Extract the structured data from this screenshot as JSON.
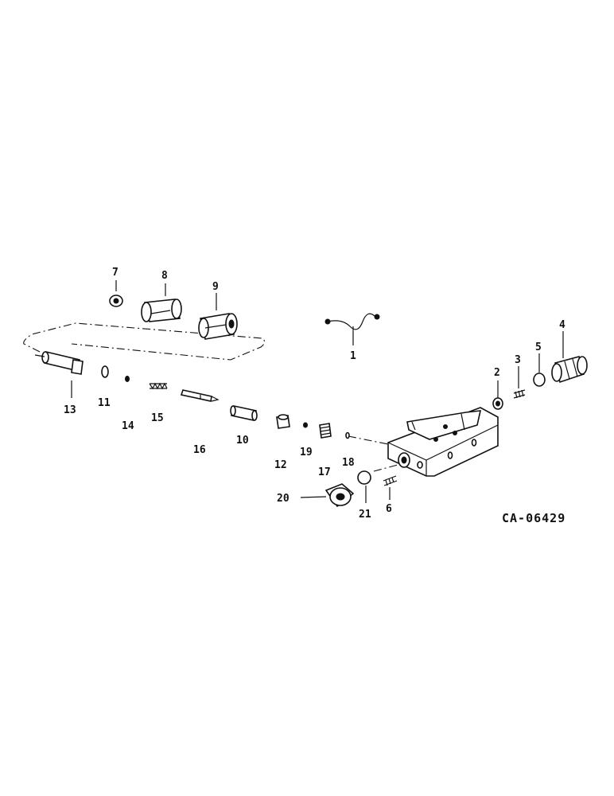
{
  "drawing_code": "CA-06429",
  "callouts": [
    "1",
    "2",
    "3",
    "4",
    "5",
    "6",
    "7",
    "8",
    "9",
    "10",
    "11",
    "12",
    "13",
    "14",
    "15",
    "16",
    "17",
    "18",
    "19",
    "20",
    "21"
  ]
}
